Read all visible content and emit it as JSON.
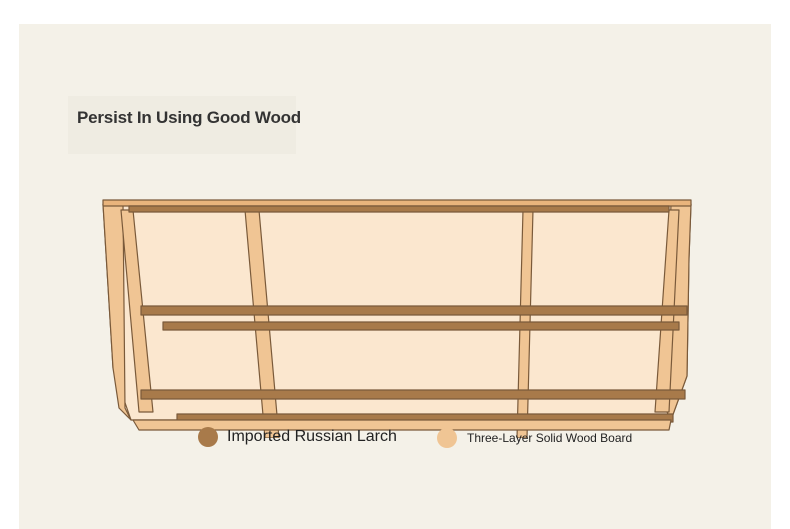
{
  "title": "Persist In Using Good Wood",
  "legend": [
    {
      "label": "Imported Russian Larch",
      "color": "#a87a4a"
    },
    {
      "label": "Three-Layer Solid Wood Board",
      "color": "#f0c594"
    }
  ],
  "colors": {
    "background": "#f4f1e8",
    "larch": "#a87a4a",
    "board": "#f0c594",
    "outline": "#7a5a3a"
  }
}
